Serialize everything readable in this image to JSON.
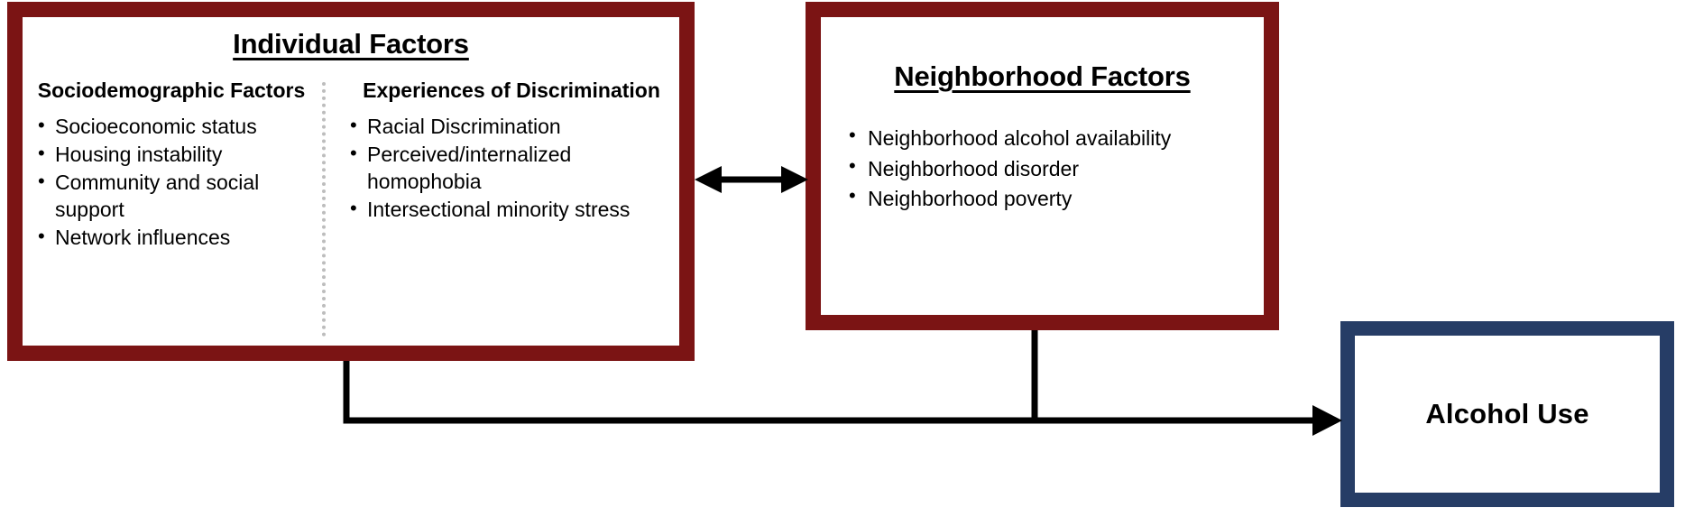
{
  "diagram": {
    "title_hidden": "",
    "colors": {
      "factor_border": "#7B1414",
      "outcome_border": "#263D66",
      "connector": "#000000",
      "divider": "#bdbdbd",
      "background": "#FFFFFF"
    }
  },
  "individual_factors": {
    "title": "Individual Factors",
    "left_column": {
      "heading": "Sociodemographic Factors",
      "bullets": [
        "Socioeconomic status",
        "Housing instability",
        "Community and social support",
        "Network influences"
      ]
    },
    "right_column": {
      "heading": "Experiences of Discrimination",
      "bullets": [
        "Racial Discrimination",
        "Perceived/internalized homophobia",
        "Intersectional minority stress"
      ]
    }
  },
  "neighborhood_factors": {
    "title": "Neighborhood Factors",
    "bullets": [
      "Neighborhood alcohol availability",
      "Neighborhood disorder",
      "Neighborhood poverty"
    ]
  },
  "outcome": {
    "label": "Alcohol Use"
  },
  "connectors": [
    {
      "name": "individual-neighborhood-bidirectional-arrow",
      "from": "Individual Factors",
      "to": "Neighborhood Factors",
      "style": "double-headed"
    },
    {
      "name": "individual-to-alcohol-arrow",
      "from": "Individual Factors",
      "to": "Alcohol Use",
      "style": "single-headed"
    },
    {
      "name": "neighborhood-to-alcohol-arrow",
      "from": "Neighborhood Factors",
      "to": "Alcohol Use",
      "style": "single-headed"
    }
  ]
}
